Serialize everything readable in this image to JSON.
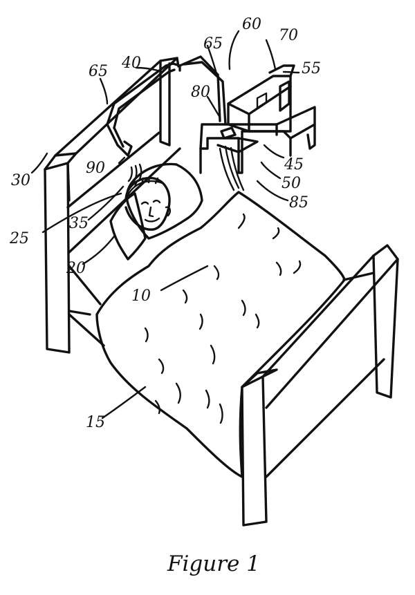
{
  "figure": {
    "caption": "Figure 1",
    "labels": {
      "l10": "10",
      "l15": "15",
      "l20": "20",
      "l25": "25",
      "l30": "30",
      "l35": "35",
      "l40": "40",
      "l45": "45",
      "l50": "50",
      "l55": "55",
      "l60": "60",
      "l65a": "65",
      "l65b": "65",
      "l70": "70",
      "l80": "80",
      "l85": "85",
      "l90": "90"
    }
  }
}
